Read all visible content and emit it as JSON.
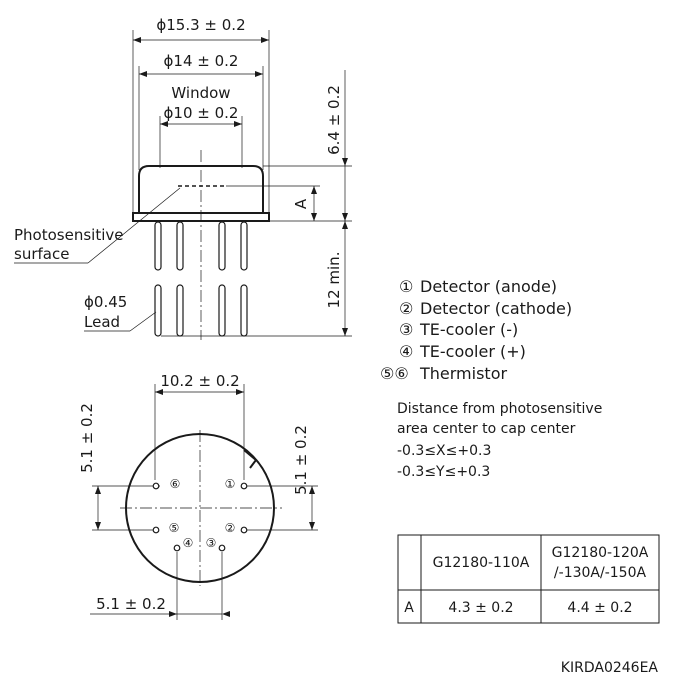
{
  "side_view": {
    "dim_outer": "ϕ15.3 ± 0.2",
    "dim_cap": "ϕ14 ± 0.2",
    "window_label": "Window",
    "dim_window": "ϕ10 ± 0.2",
    "dim_height": "6.4 ± 0.2",
    "dim_a": "A",
    "dim_lead_length": "12 min.",
    "photosensitive_line1": "Photosensitive",
    "photosensitive_line2": "surface",
    "lead_dia": "ϕ0.45",
    "lead_label": "Lead"
  },
  "pin_legend": [
    {
      "num": "①",
      "label": "Detector (anode)"
    },
    {
      "num": "②",
      "label": "Detector (cathode)"
    },
    {
      "num": "③",
      "label": "TE-cooler (-)"
    },
    {
      "num": "④",
      "label": "TE-cooler (+)"
    },
    {
      "num": "⑤⑥",
      "label": "Thermistor"
    }
  ],
  "note": {
    "line1": "Distance from photosensitive",
    "line2": "area center to cap center",
    "line3": "-0.3≤X≤+0.3",
    "line4": "-0.3≤Y≤+0.3"
  },
  "bottom_view": {
    "dim_top": "10.2 ± 0.2",
    "dim_left": "5.1 ± 0.2",
    "dim_right": "5.1 ± 0.2",
    "dim_bottom": "5.1 ± 0.2",
    "pins": [
      "①",
      "②",
      "③",
      "④",
      "⑤",
      "⑥"
    ]
  },
  "table": {
    "headers": [
      "",
      "G12180-110A",
      "G12180-120A",
      "/-130A/-150A"
    ],
    "row_label": "A",
    "values": [
      "4.3 ± 0.2",
      "4.4 ± 0.2"
    ]
  },
  "doc_code": "KIRDA0246EA"
}
